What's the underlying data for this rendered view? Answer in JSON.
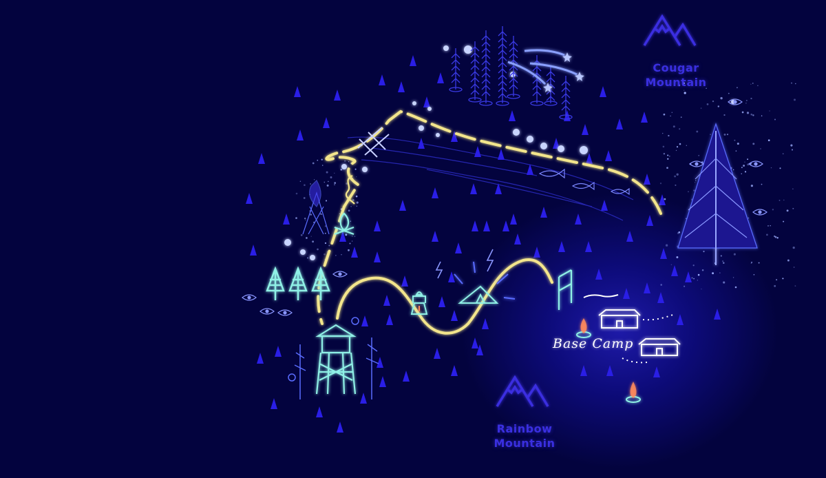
{
  "map": {
    "labels": {
      "cougar_mountain": [
        "Cougar",
        "Mountain"
      ],
      "rainbow_mountain": [
        "Rainbow",
        "Mountain"
      ],
      "base_camp": "Base Camp"
    },
    "colors": {
      "background": "#03033e",
      "trees": "#2a1ee6",
      "trail": "#f3e58c",
      "outline": "#8ff0e6",
      "label": "#3a2fe0",
      "glow": "#6b8bff",
      "fire": "#ff8a5c"
    },
    "icons": [
      "mountain-icon",
      "tree-icon",
      "teal-tree-icon",
      "campfire-icon",
      "tent-icon",
      "lantern-icon",
      "watchtower-icon",
      "cabin-icon",
      "fire-pit-icon",
      "goalpost-icon",
      "shooting-star-icon",
      "fish-icon",
      "eye-icon",
      "bridge-icon",
      "glowing-big-tree-icon"
    ]
  }
}
